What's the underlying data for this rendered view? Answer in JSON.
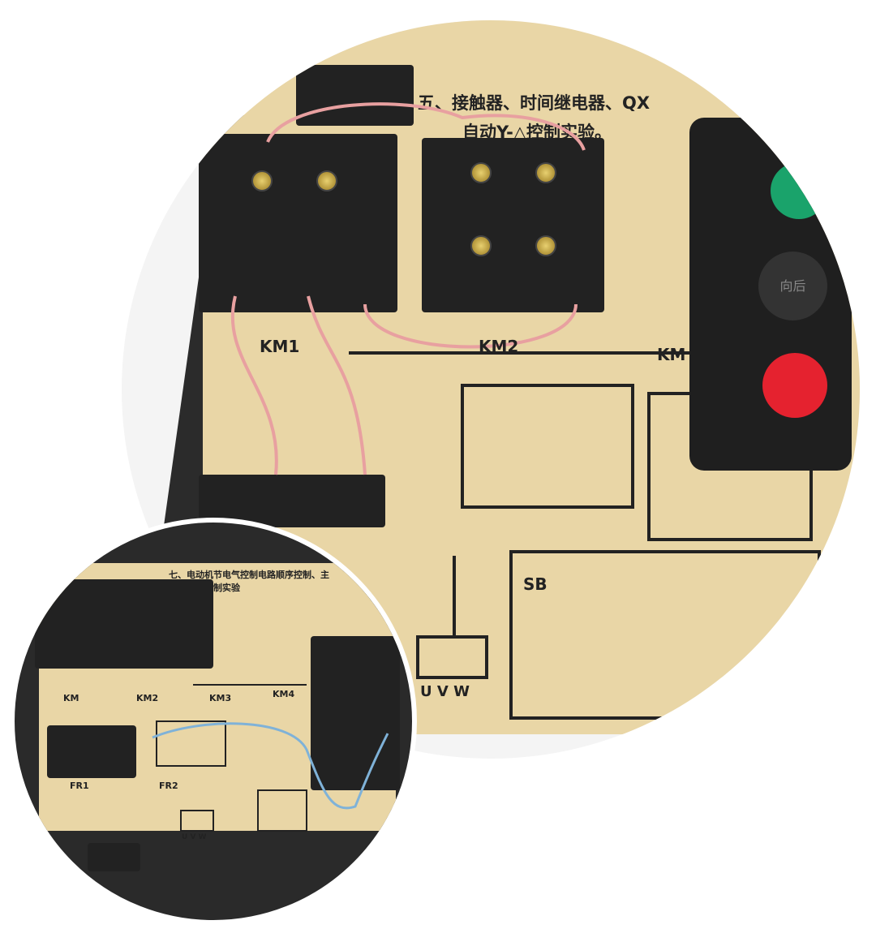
{
  "photo_main": {
    "title_line1": "五、接触器、时间继电器、QX",
    "title_line2": "自动Y-△控制实验。",
    "labels": {
      "km1": "KM1",
      "km2": "KM2",
      "km3": "KM",
      "sb": "SB",
      "uvw": "U V W",
      "button": "向后"
    }
  },
  "photo_inset": {
    "title_line1": "七、电动机节电气控制电路顺序控制、主",
    "title_line2": "电路开关控制实验",
    "labels": {
      "km1": "KM",
      "km2": "KM2",
      "km3": "KM3",
      "km4": "KM4",
      "fr1": "FR1",
      "fr2": "FR2",
      "uvw": "U V W"
    }
  },
  "colors": {
    "board": "#e9d6a6",
    "panel": "#1f1f1f",
    "green_button": "#1aa36b",
    "red_button": "#e5222f",
    "wire": "#e8a0a0"
  }
}
